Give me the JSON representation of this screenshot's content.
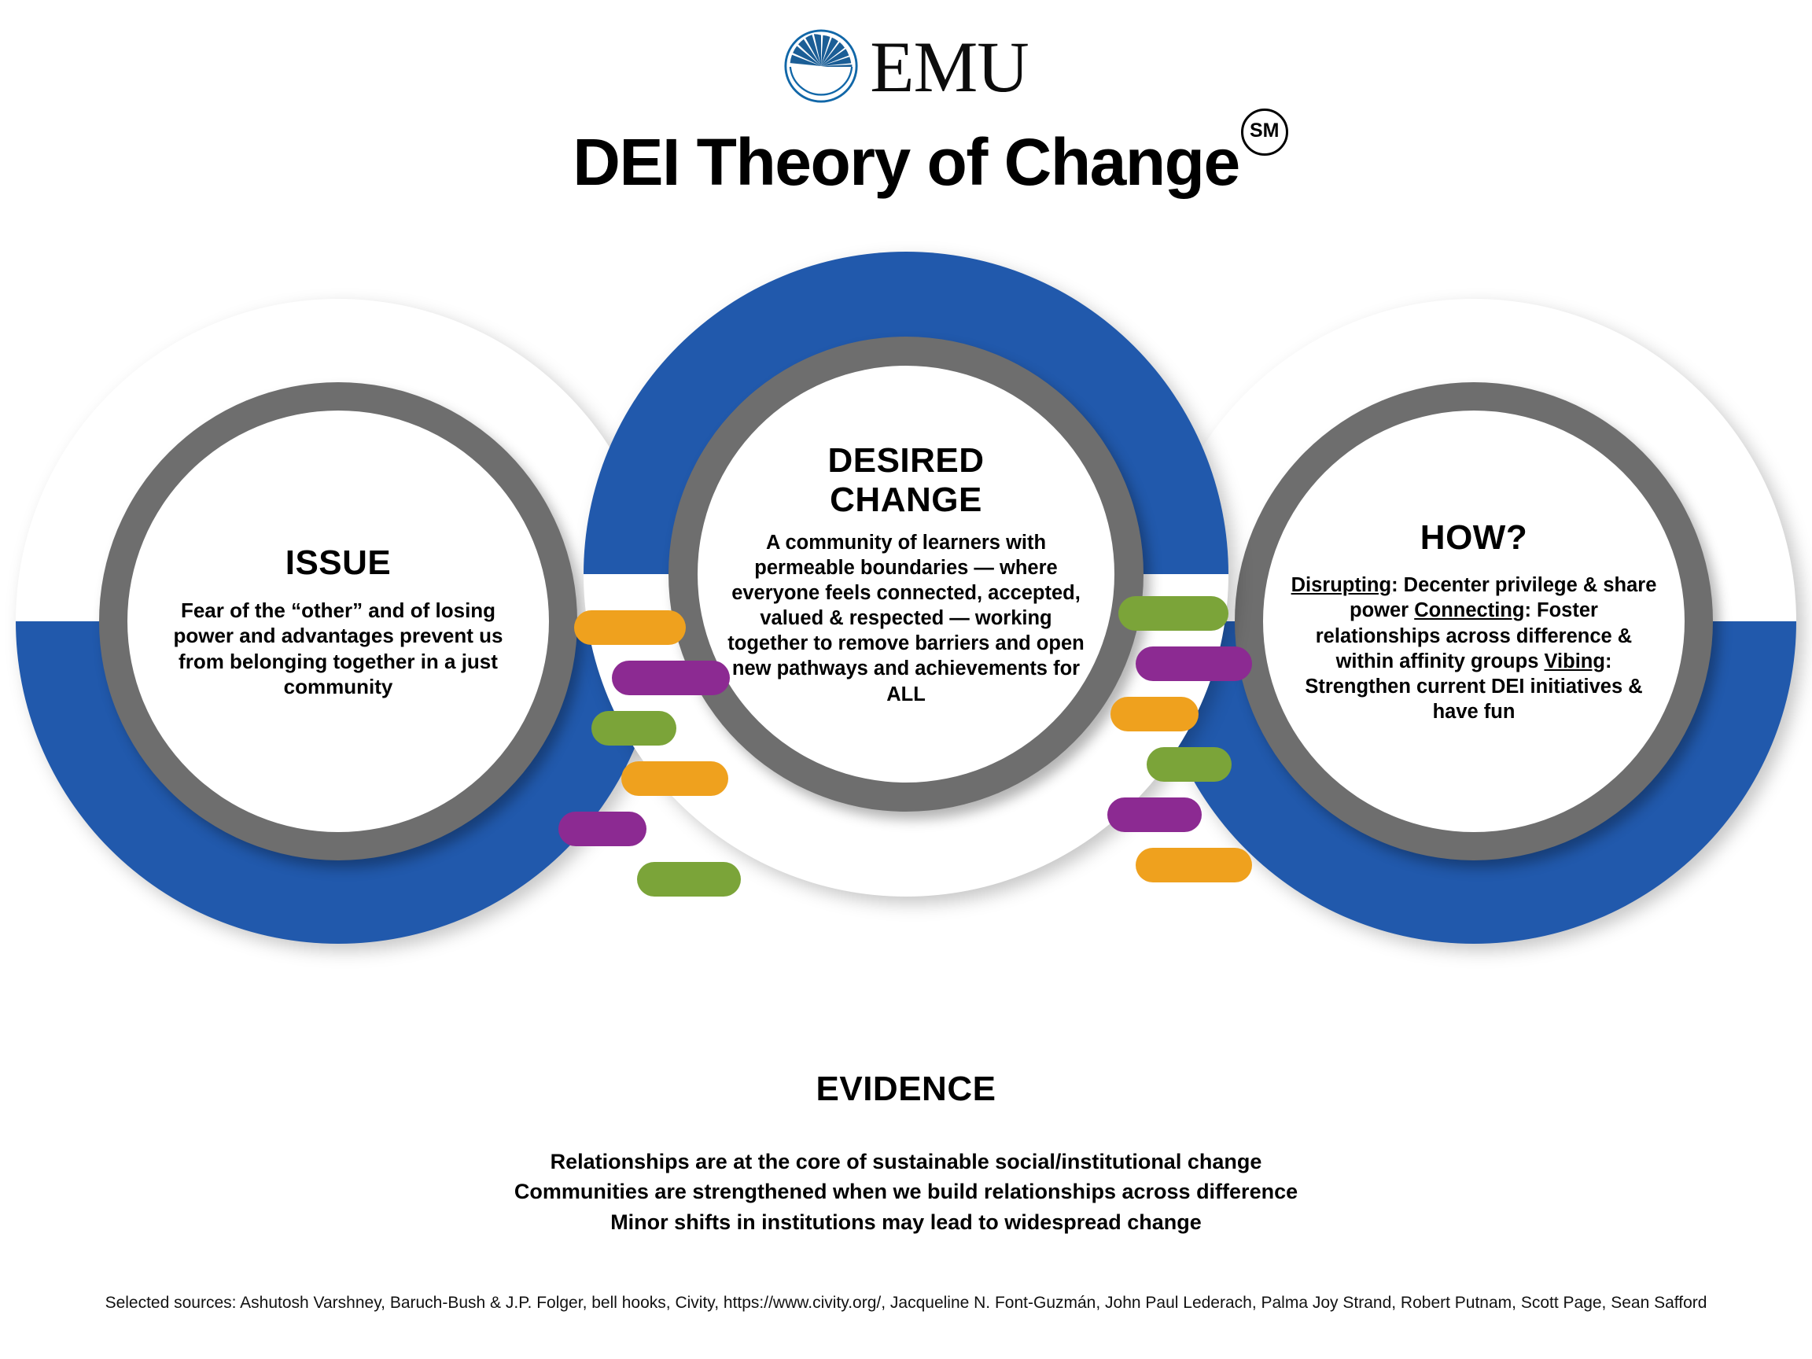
{
  "header": {
    "logo_icon": "emu-sunburst-logo-icon",
    "logo_wordmark": "EMU",
    "title": "DEI Theory of Change",
    "service_mark": "SM"
  },
  "diagram": {
    "circles": [
      {
        "id": "issue",
        "heading": "ISSUE",
        "body": "Fear of the “other” and of losing power and advantages prevent us from belonging together in a just community",
        "outer_top_color": "#ffffff",
        "outer_bottom_color": "#2159ac"
      },
      {
        "id": "desired-change",
        "heading": "DESIRED CHANGE",
        "body": "A community of learners with permeable boundaries — where everyone feels connected, accepted, valued & respected — working together to remove barriers and open new pathways and achievements for ALL",
        "outer_top_color": "#2159ac",
        "outer_bottom_color": "#ffffff"
      },
      {
        "id": "how",
        "heading": "HOW?",
        "body_items": [
          {
            "label": "Disrupting",
            "text": ": Decenter privilege & share power"
          },
          {
            "label": "Connecting",
            "text": ": Foster relationships across difference & within affinity groups"
          },
          {
            "label": "Vibing",
            "text": ": Strengthen current DEI initiatives & have fun"
          }
        ],
        "outer_top_color": "#ffffff",
        "outer_bottom_color": "#2159ac"
      }
    ],
    "connectors": {
      "left_group_colors": [
        "orange",
        "purple",
        "green",
        "orange",
        "purple",
        "green"
      ],
      "right_group_colors": [
        "green",
        "purple",
        "orange",
        "green",
        "purple",
        "orange"
      ],
      "palette": {
        "orange": "#efa11e",
        "purple": "#8c2a92",
        "green": "#7ba439",
        "blue": "#2159ac",
        "gray_ring": "#6e6e6e"
      }
    }
  },
  "evidence": {
    "title": "EVIDENCE",
    "items": [
      "Relationships are at the core of sustainable social/institutional change",
      "Communities are strengthened when we build relationships across difference",
      "Minor shifts in institutions may lead to widespread change"
    ]
  },
  "sources": "Selected sources: Ashutosh Varshney, Baruch-Bush & J.P. Folger, bell hooks, Civity, https://www.civity.org/, Jacqueline N. Font-Guzmán, John Paul Lederach, Palma Joy Strand, Robert Putnam, Scott Page, Sean Safford"
}
